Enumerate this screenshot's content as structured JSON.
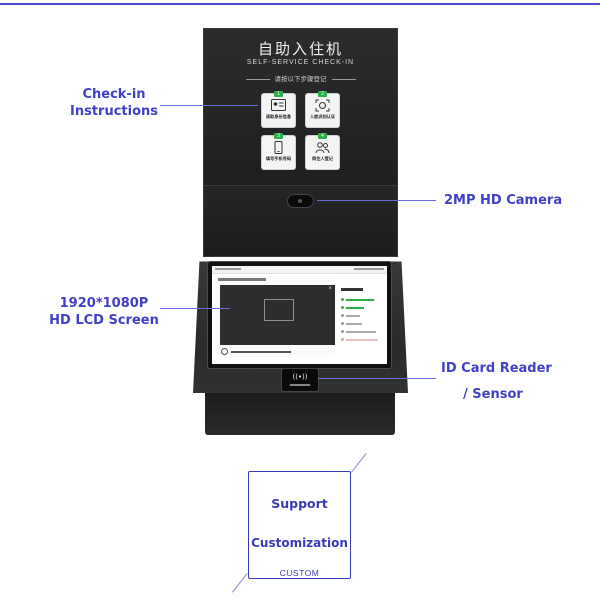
{
  "kiosk": {
    "title": "自助入住机",
    "subtitle": "SELF-SERVICE CHECK-IN",
    "step_instruction": "请按以下步骤登记",
    "steps": [
      {
        "label": "读取身份信息",
        "icon": "id-card-icon"
      },
      {
        "label": "人脸识别认证",
        "icon": "face-scan-icon"
      },
      {
        "label": "填写手机号码",
        "icon": "phone-icon"
      },
      {
        "label": "同住人登记",
        "icon": "people-icon"
      }
    ],
    "reader_symbol": "((•))"
  },
  "callouts": {
    "instructions": [
      "Check-in",
      "Instructions"
    ],
    "camera": "2MP HD Camera",
    "screen": [
      "1920*1080P",
      "HD LCD Screen"
    ],
    "reader": [
      "ID Card Reader",
      "/ Sensor"
    ]
  },
  "support": {
    "line1": "Support",
    "line2": "Customization",
    "line3": "CUSTOM"
  },
  "colors": {
    "accent": "#4040c8",
    "kiosk_body": "#2a2a2c",
    "step_badge": "#2bb04a"
  }
}
